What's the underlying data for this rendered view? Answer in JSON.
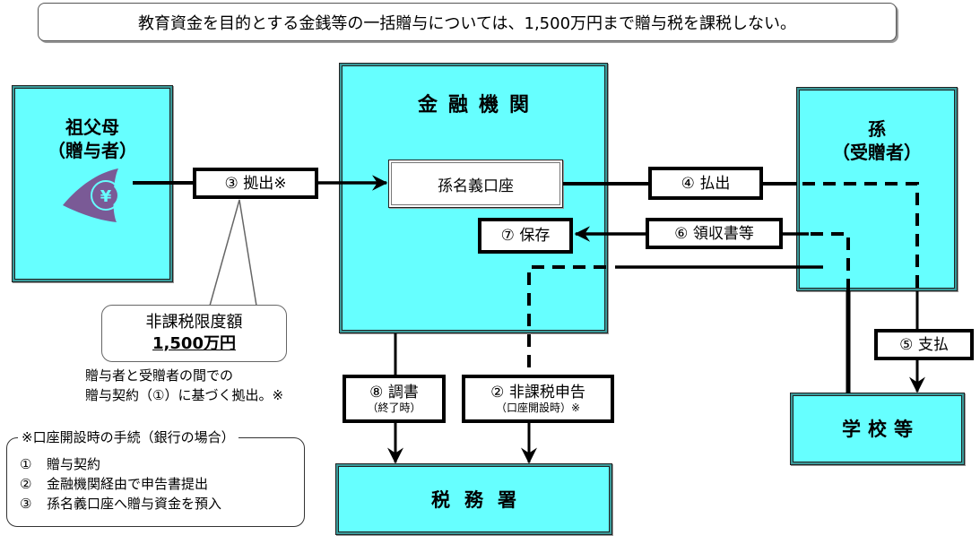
{
  "header": {
    "title": "教育資金を目的とする金銭等の一括贈与については、1,500万円まで贈与税を課税しない。"
  },
  "nodes": {
    "grandparent": {
      "line1": "祖父母",
      "line2": "（贈与者）",
      "icon": "yen-icon"
    },
    "bank": {
      "title": "金融機関",
      "account": "孫名義口座"
    },
    "grandchild": {
      "line1": "孫",
      "line2": "（受贈者）"
    },
    "school": {
      "title": "学校等"
    },
    "tax_office": {
      "title": "税務署"
    }
  },
  "flows": {
    "contribution": "③ 拠出※",
    "withdrawal": "④ 払出",
    "payment": "⑤ 支払",
    "receipts": "⑥ 領収書等",
    "storage": "⑦ 保存",
    "report": {
      "main": "⑧ 調書",
      "sub": "（終了時）"
    },
    "declaration": {
      "main": "② 非課税申告",
      "sub": "（口座開設時）※"
    }
  },
  "callout": {
    "label": "非課税限度額",
    "amount": "1,500万円"
  },
  "caption": {
    "line1": "贈与者と受贈者の間での",
    "line2": "贈与契約（①）に基づく拠出。※"
  },
  "notes": {
    "title": "※口座開設時の手続（銀行の場合）",
    "items": [
      {
        "num": "①",
        "text": "贈与契約"
      },
      {
        "num": "②",
        "text": "金融機関経由で申告書提出"
      },
      {
        "num": "③",
        "text": "孫名義口座へ贈与資金を預入"
      }
    ]
  },
  "colors": {
    "node_fill": "#66ffff",
    "node_border_accent": "#3a9a9a",
    "icon_purple": "#7a5a96"
  }
}
